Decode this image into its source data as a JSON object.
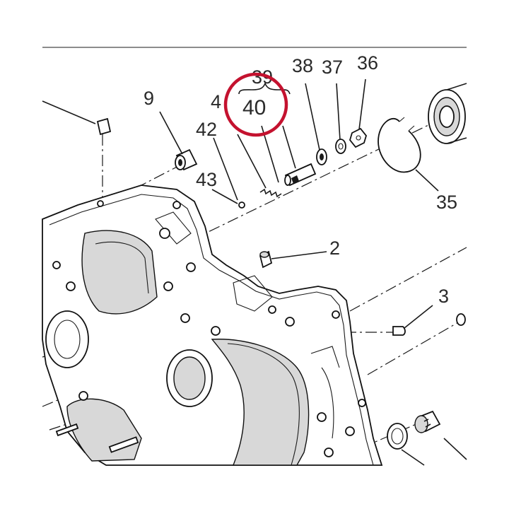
{
  "callouts": {
    "c9": "9",
    "c42": "42",
    "c43": "43",
    "c4": "4",
    "c39": "39",
    "c40": "40",
    "c38": "38",
    "c37": "37",
    "c36": "36",
    "c35": "35",
    "c2": "2",
    "c3": "3"
  },
  "highlight": {
    "color": "#c4122f",
    "target": "40"
  }
}
